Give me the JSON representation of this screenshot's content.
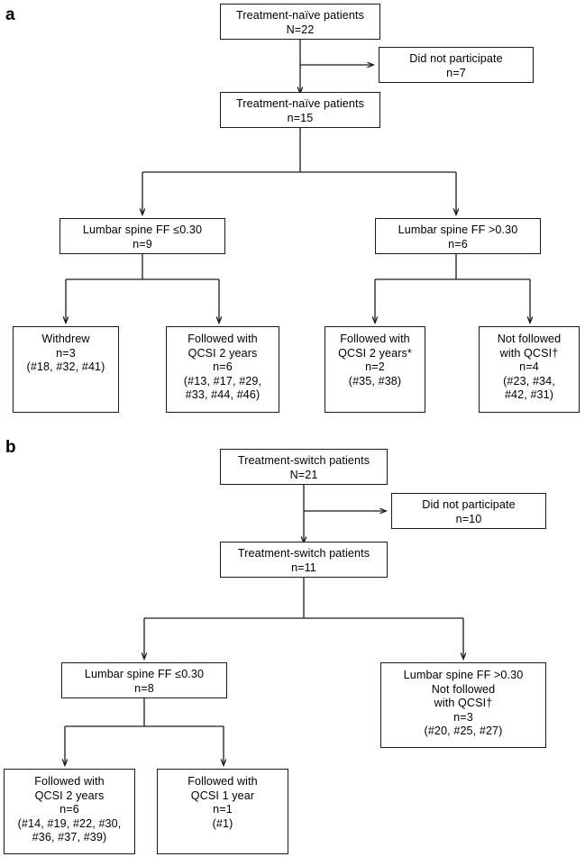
{
  "figure": {
    "type": "flowchart",
    "title": "",
    "panels": [
      {
        "id": "a",
        "label": "a",
        "cohort": "Treatment-naive",
        "nodes": [
          {
            "id": "a-enrolled",
            "name": "treatment-naive-enrolled",
            "text": "Treatment-naïve patients\nN=22"
          },
          {
            "id": "a-nopart",
            "name": "did-not-participate",
            "text": "Did not  participate\nn=7"
          },
          {
            "id": "a-included",
            "name": "treatment-naive-included",
            "text": "Treatment-naïve patients\nn=15"
          },
          {
            "id": "a-ff-low",
            "name": "lumbar-spine-ff-low",
            "text": "Lumbar spine FF ≤0.30\nn=9"
          },
          {
            "id": "a-ff-high",
            "name": "lumbar-spine-ff-high",
            "text": "Lumbar spine FF >0.30\nn=6"
          },
          {
            "id": "a-withdrew",
            "name": "withdrew",
            "text": "Withdrew\nn=3\n(#18, #32, #41)"
          },
          {
            "id": "a-followed-6",
            "name": "followed-qcsi-2-years-n6",
            "text": "Followed with\nQCSI 2 years\nn=6\n(#13, #17, #29,\n#33, #44, #46)"
          },
          {
            "id": "a-followed-2",
            "name": "followed-qcsi-2-years-starred-n2",
            "text": "Followed with\nQCSI 2 years*\nn=2\n(#35, #38)"
          },
          {
            "id": "a-notfollow",
            "name": "not-followed-with-qcsi-n4",
            "text": "Not followed\nwith QCSI†\nn=4\n(#23, #34,\n#42, #31)"
          }
        ]
      },
      {
        "id": "b",
        "label": "b",
        "cohort": "Treatment-switch",
        "nodes": [
          {
            "id": "b-enrolled",
            "name": "treatment-switch-enrolled",
            "text": "Treatment-switch patients\nN=21"
          },
          {
            "id": "b-nopart",
            "name": "did-not-participate",
            "text": "Did not  participate\nn=10"
          },
          {
            "id": "b-included",
            "name": "treatment-switch-included",
            "text": "Treatment-switch patients\nn=11"
          },
          {
            "id": "b-ff-low",
            "name": "lumbar-spine-ff-low",
            "text": "Lumbar spine FF ≤0.30\nn=8"
          },
          {
            "id": "b-ff-high",
            "name": "lumbar-spine-ff-high-not-followed",
            "text": "Lumbar spine FF >0.30\nNot followed\nwith QCSI†\nn=3\n(#20, #25, #27)"
          },
          {
            "id": "b-followed-6",
            "name": "followed-qcsi-2-years-n6",
            "text": "Followed with\nQCSI 2 years\nn=6\n(#14, #19, #22, #30,\n#36, #37, #39)"
          },
          {
            "id": "b-followed-1",
            "name": "followed-qcsi-1-year-n1",
            "text": "Followed with\nQCSI 1 year\nn=1\n(#1)"
          }
        ]
      }
    ],
    "colors": {
      "stroke": "#1a1a1a",
      "box_fill": "#ffffff",
      "text": "#000000",
      "background": "#ffffff"
    }
  }
}
